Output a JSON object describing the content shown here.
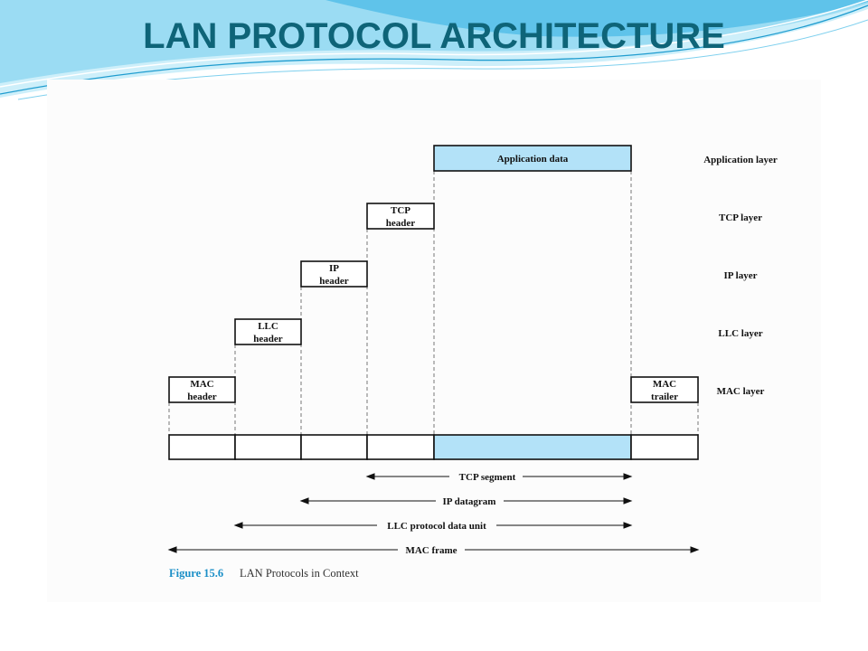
{
  "slide": {
    "title": "LAN PROTOCOL ARCHITECTURE"
  },
  "colors": {
    "title": "#0e6478",
    "data_fill": "#b3e2f8",
    "figure_number": "#1b8fc7",
    "wave_light": "#cdeffa",
    "wave_mid": "#7fd0ee",
    "wave_dark": "#1f9ccf"
  },
  "diagram": {
    "headers": {
      "application_data": "Application data",
      "tcp_header": [
        "TCP",
        "header"
      ],
      "ip_header": [
        "IP",
        "header"
      ],
      "llc_header": [
        "LLC",
        "header"
      ],
      "mac_header": [
        "MAC",
        "header"
      ],
      "mac_trailer": [
        "MAC",
        "trailer"
      ]
    },
    "layers": {
      "application": "Application layer",
      "tcp": "TCP layer",
      "ip": "IP layer",
      "llc": "LLC layer",
      "mac": "MAC layer"
    },
    "spans": {
      "tcp_segment": "TCP segment",
      "ip_datagram": "IP datagram",
      "llc_pdu": "LLC protocol data unit",
      "mac_frame": "MAC frame"
    },
    "caption": {
      "number": "Figure 15.6",
      "title": "LAN Protocols in Context"
    }
  }
}
